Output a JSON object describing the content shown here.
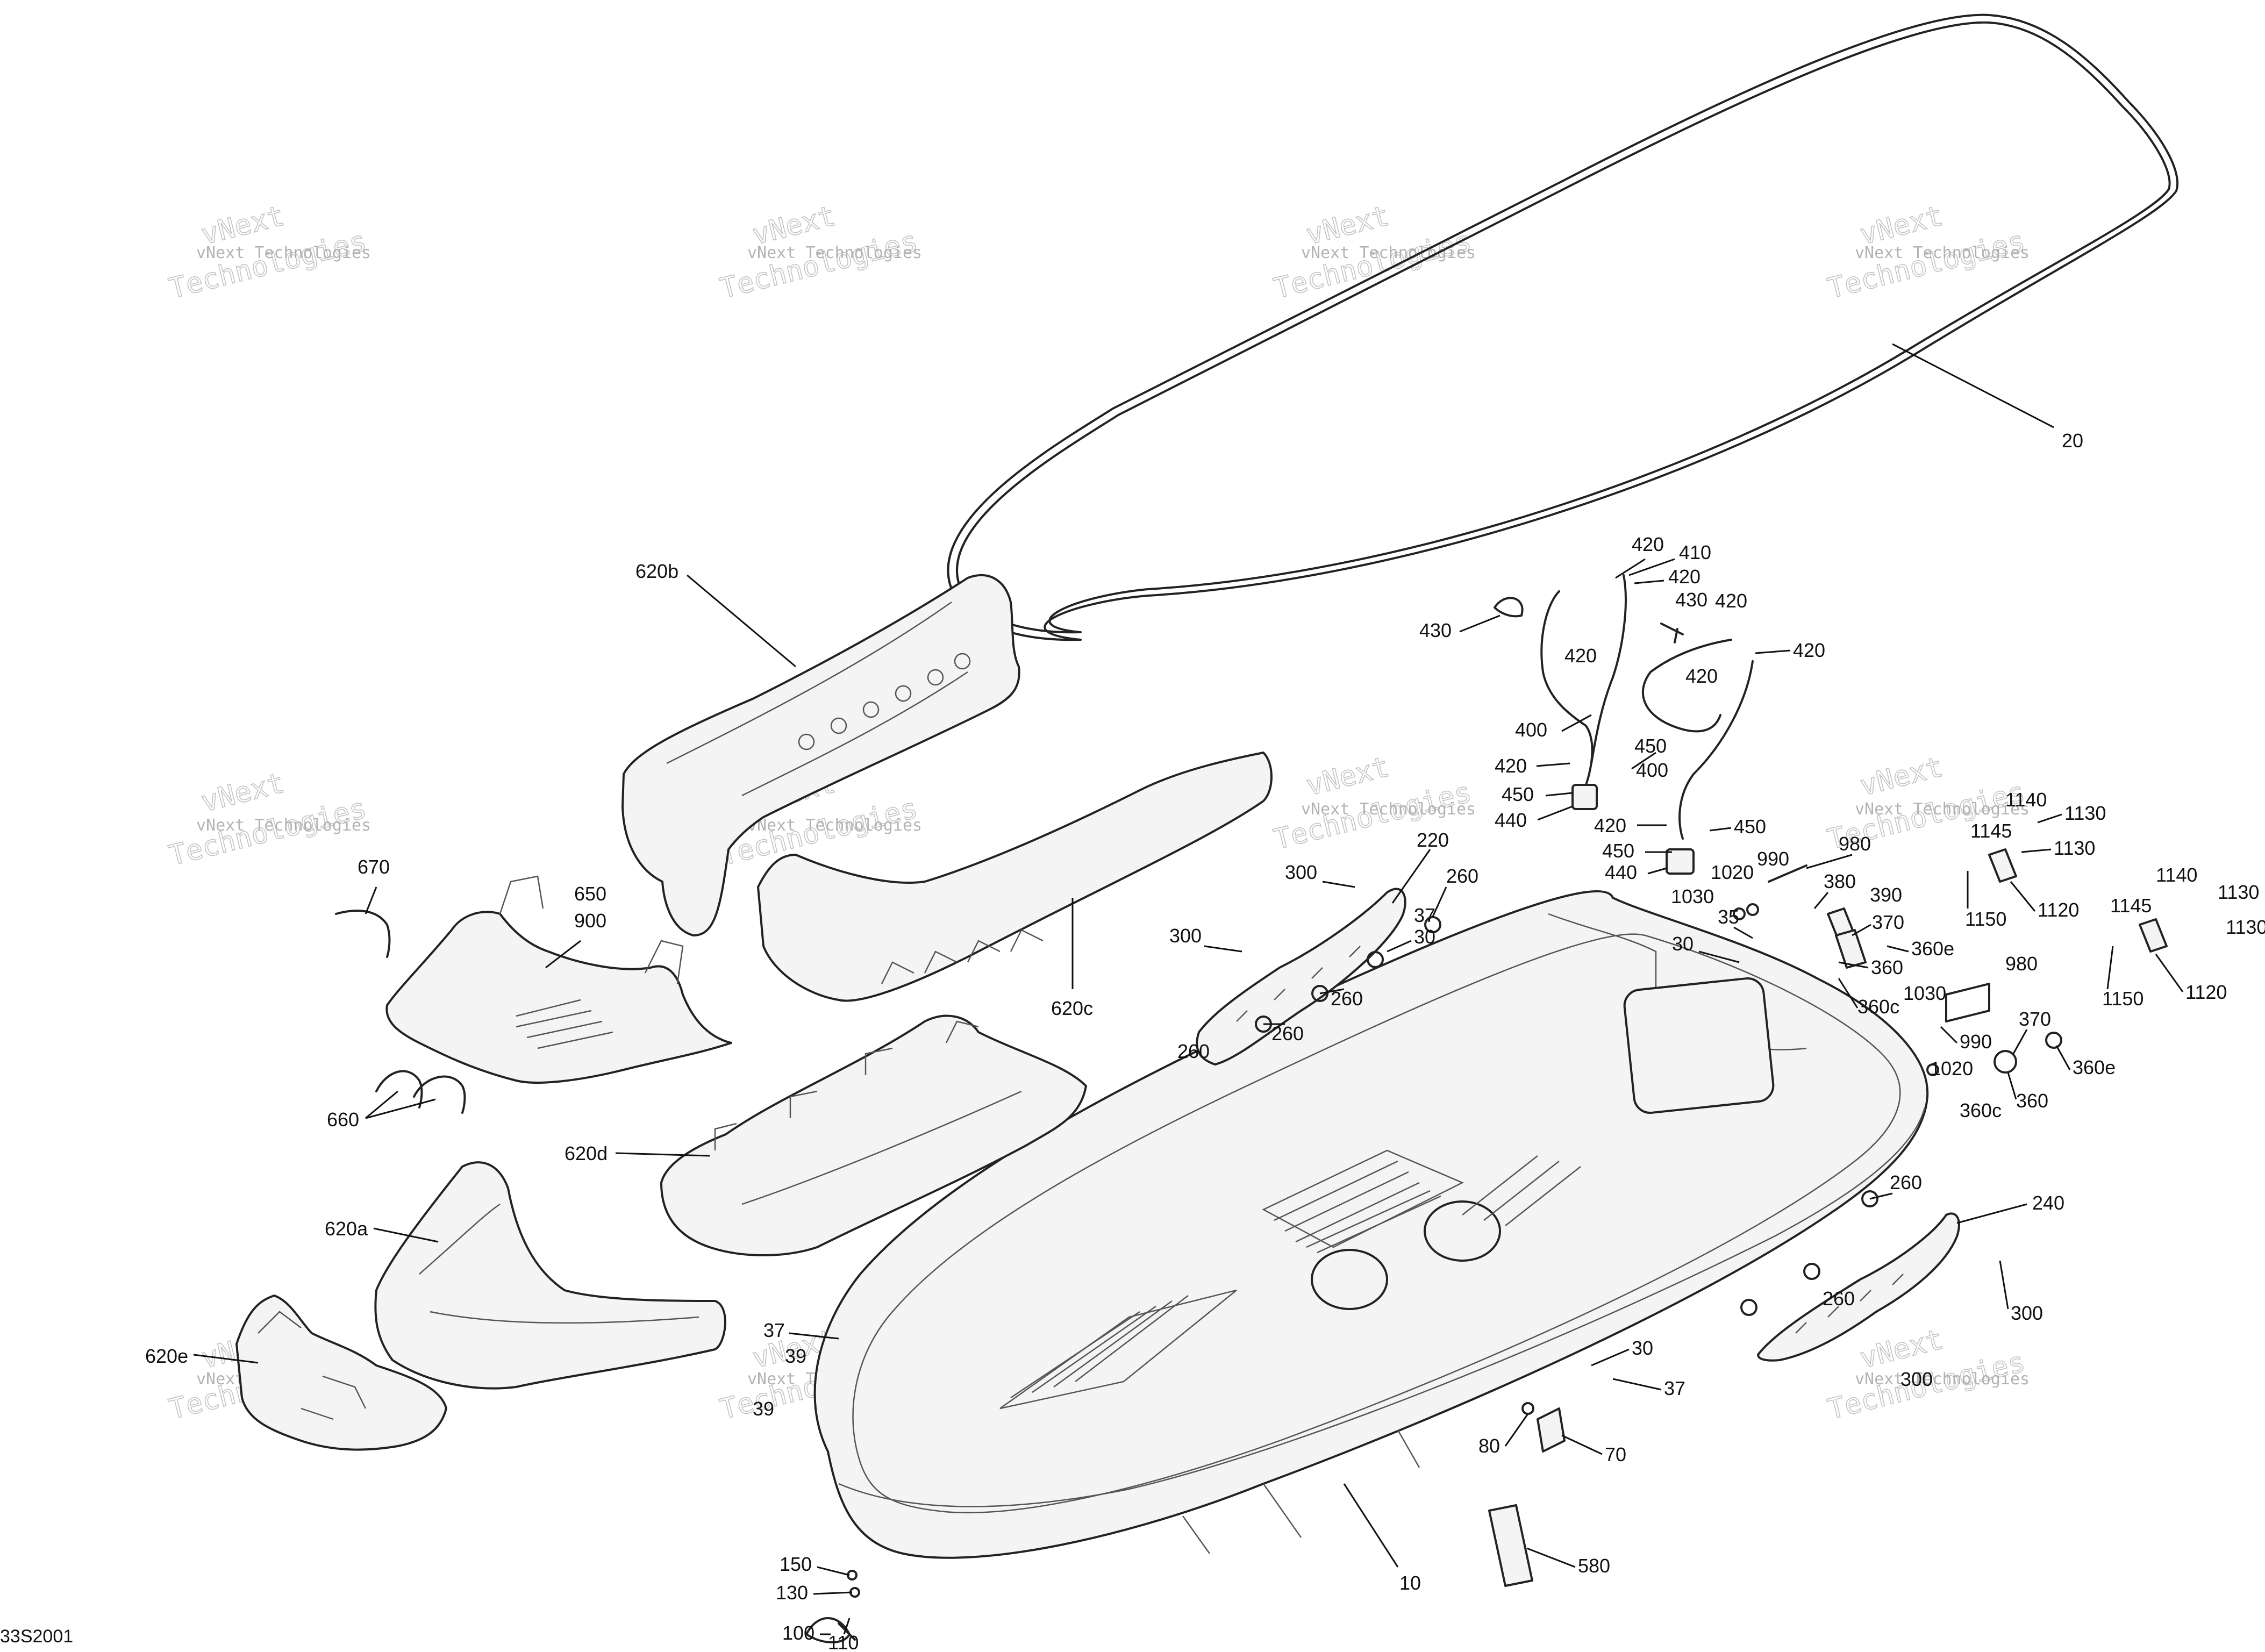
{
  "figure_id": "33S2001",
  "watermark": {
    "brand": "vNext",
    "line1": "vNext Technologies",
    "line2": "Technologies"
  },
  "callouts": {
    "c20": "20",
    "c10": "10",
    "c620b": "620b",
    "c620c": "620c",
    "c620d": "620d",
    "c620a": "620a",
    "c620e": "620e",
    "c670": "670",
    "c650": "650",
    "c900": "900",
    "c660": "660",
    "c430a": "430",
    "c430b": "430",
    "c420a": "420",
    "c420b": "420",
    "c420c": "420",
    "c420d": "420",
    "c420e": "420",
    "c420f": "420",
    "c420g": "420",
    "c420h": "420",
    "c410": "410",
    "c400a": "400",
    "c400b": "400",
    "c450a": "450",
    "c450b": "450",
    "c450c": "450",
    "c450d": "450",
    "c440a": "440",
    "c440b": "440",
    "c300a": "300",
    "c300b": "300",
    "c300c": "300",
    "c300d": "300",
    "c220": "220",
    "c240": "240",
    "c260a": "260",
    "c260b": "260",
    "c260c": "260",
    "c260d": "260",
    "c260e": "260",
    "c260f": "260",
    "c37a": "37",
    "c37b": "37",
    "c37c": "37",
    "c30a": "30",
    "c30b": "30",
    "c30c": "30",
    "c39a": "39",
    "c39b": "39",
    "c35": "35",
    "c980a": "980",
    "c980b": "980",
    "c990a": "990",
    "c990b": "990",
    "c1020a": "1020",
    "c1020b": "1020",
    "c1030a": "1030",
    "c1030b": "1030",
    "c380": "380",
    "c390": "390",
    "c370a": "370",
    "c370b": "370",
    "c360a": "360",
    "c360b": "360",
    "c360ea": "360e",
    "c360eb": "360e",
    "c360ca": "360c",
    "c360cb": "360c",
    "c1140a": "1140",
    "c1140b": "1140",
    "c1130a": "1130",
    "c1130b": "1130",
    "c1130c": "1130",
    "c1130d": "1130",
    "c1145a": "1145",
    "c1145b": "1145",
    "c1150a": "1150",
    "c1150b": "1150",
    "c1120a": "1120",
    "c1120b": "1120",
    "c80": "80",
    "c70": "70",
    "c580": "580",
    "c150": "150",
    "c130": "130",
    "c100": "100",
    "c110": "110"
  }
}
